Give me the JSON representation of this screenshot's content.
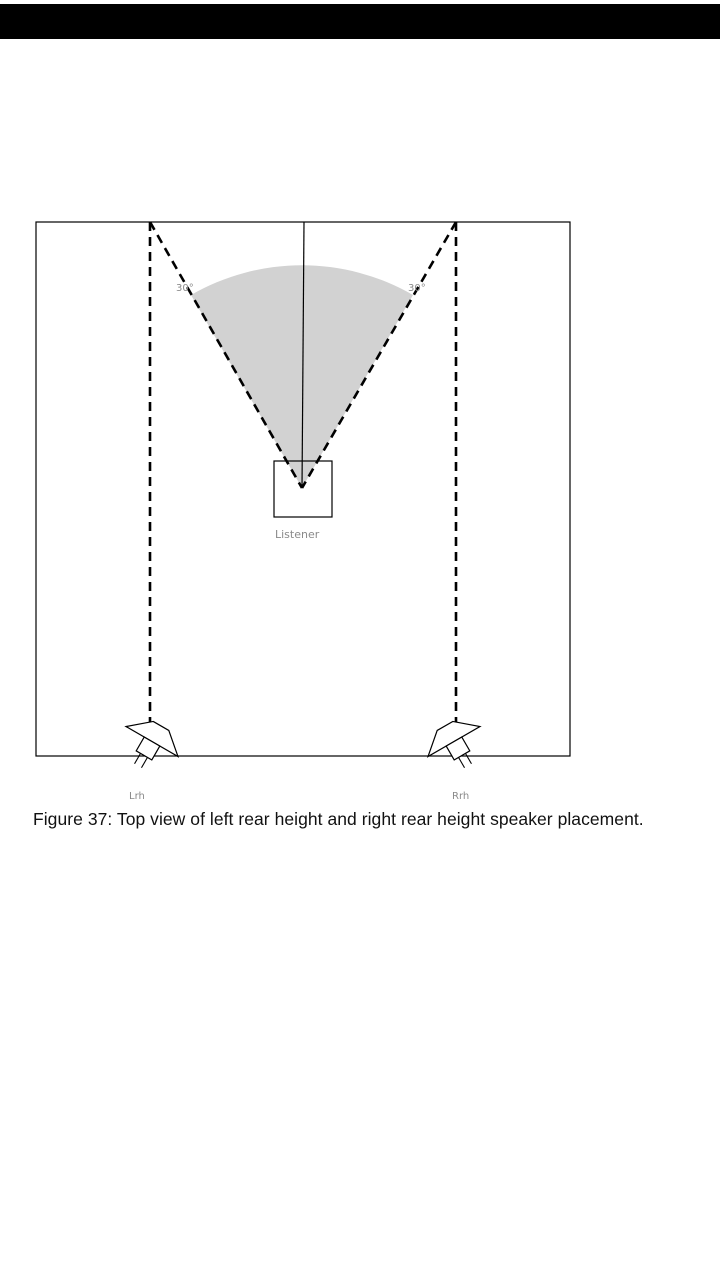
{
  "diagram": {
    "labels": {
      "angle_left": "30°",
      "angle_right": "30°",
      "listener": "Listener",
      "left_speaker": "Lrh",
      "right_speaker": "Rrh"
    }
  },
  "caption": {
    "text": "Figure 37: Top view of left rear height and right rear height speaker placement."
  }
}
